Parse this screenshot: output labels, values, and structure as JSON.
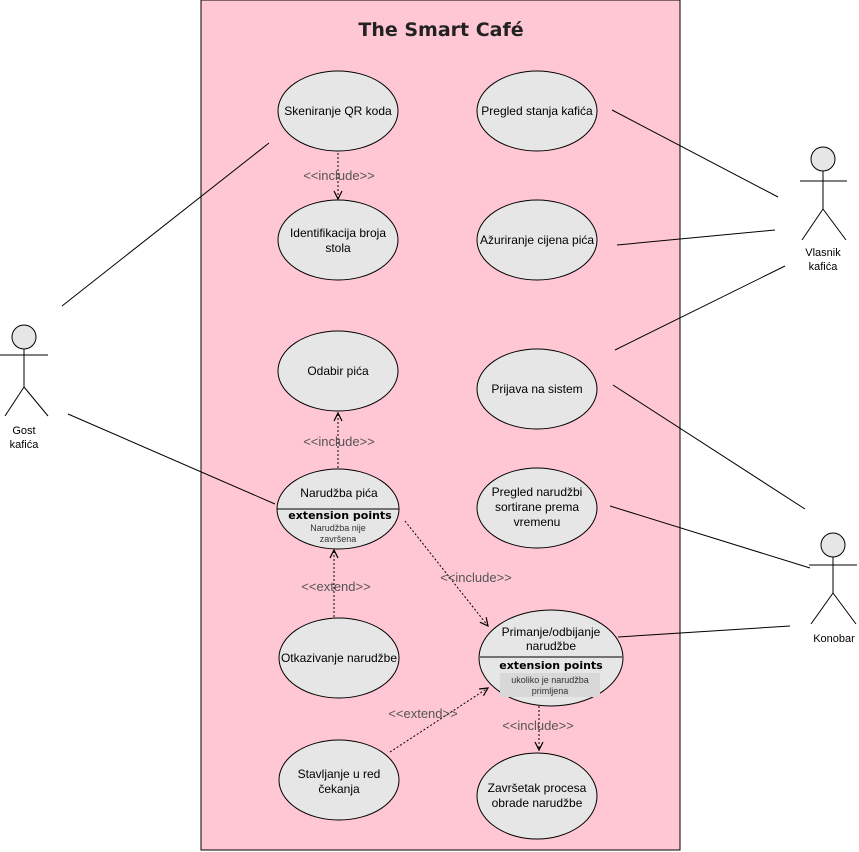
{
  "system": {
    "title": "The Smart Café",
    "fill": "#ffc7d3"
  },
  "use_cases": {
    "qr": "Skeniranje QR koda",
    "table_id": [
      "Identifikacija broja",
      "stola"
    ],
    "drink_select": "Odabir pića",
    "order": "Narudžba pića",
    "order_ext_title": "extension points",
    "order_ext_item": [
      "Narudžba nije",
      "završena"
    ],
    "cancel": "Otkazivanje narudžbe",
    "queue": [
      "Stavljanje u red",
      "čekanja"
    ],
    "status": "Pregled stanja kafića",
    "prices": "Ažuriranje cijena pića",
    "login": "Prijava na sistem",
    "sorted": [
      "Pregled narudžbi",
      "sortirane prema",
      "vremenu"
    ],
    "accept": [
      "Primanje/odbijanje",
      "narudžbe"
    ],
    "accept_ext_title": "extension points",
    "accept_ext_item": [
      "ukoliko je narudžba",
      "primljena"
    ],
    "finish": [
      "Završetak procesa",
      "obrade narudžbe"
    ]
  },
  "actors": {
    "guest": [
      "Gost",
      "kafića"
    ],
    "owner": [
      "Vlasnik",
      "kafića"
    ],
    "waiter": [
      "Konobar"
    ]
  },
  "relations": {
    "include": "<<include>>",
    "extend": "<<extend>>"
  }
}
